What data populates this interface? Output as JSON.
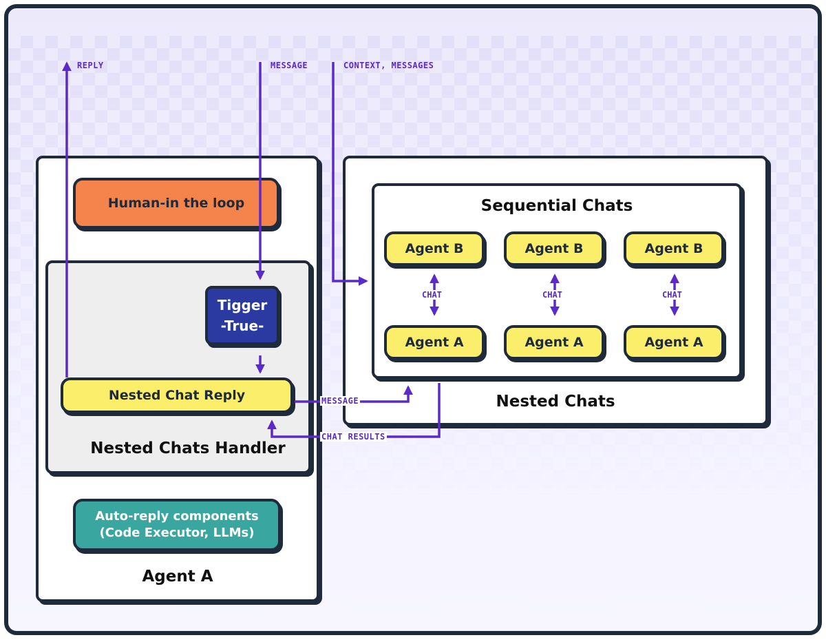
{
  "labels": {
    "reply": "REPLY",
    "message_top": "MESSAGE",
    "context_messages": "CONTEXT, MESSAGES",
    "message_mid": "MESSAGE",
    "chat_results": "CHAT RESULTS",
    "chat": "CHAT"
  },
  "agent_a_box": {
    "human_in_loop": "Human-in the loop",
    "trigger_line1": "Tigger",
    "trigger_line2": "-True-",
    "nested_chat_reply": "Nested Chat Reply",
    "handler_title": "Nested Chats Handler",
    "auto_reply_line1": "Auto-reply components",
    "auto_reply_line2": "(Code Executor, LLMs)",
    "title": "Agent A"
  },
  "nested_chats": {
    "title": "Nested Chats",
    "sequential_title": "Sequential Chats",
    "columns": [
      {
        "top": "Agent B",
        "bottom": "Agent A",
        "link": "CHAT"
      },
      {
        "top": "Agent B",
        "bottom": "Agent A",
        "link": "CHAT"
      },
      {
        "top": "Agent B",
        "bottom": "Agent A",
        "link": "CHAT"
      }
    ]
  },
  "colors": {
    "orange": "#f4844c",
    "navy": "#2b3aa0",
    "yellow": "#fbee6a",
    "teal": "#3aa6a0",
    "handler_bg": "#eeeeee",
    "arrow": "#5a2bc8",
    "outline": "#1f2a3a"
  }
}
